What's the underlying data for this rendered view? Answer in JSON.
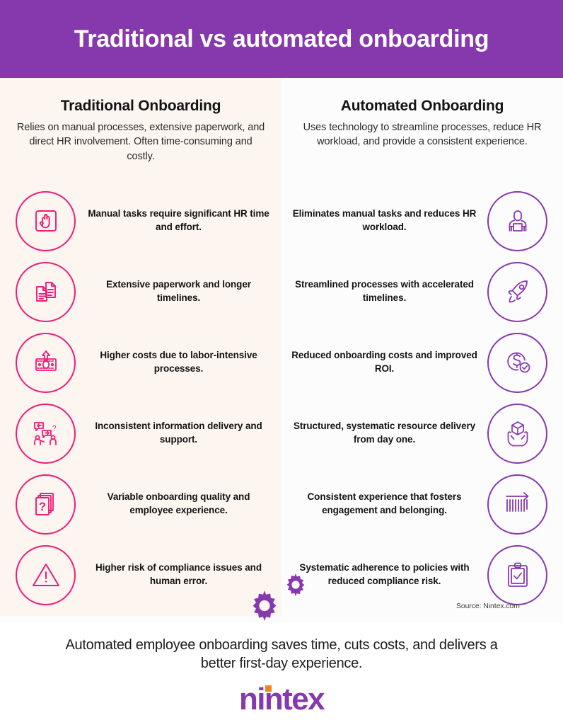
{
  "header": {
    "title": "Traditional vs automated onboarding",
    "background_color": "#8639ac",
    "text_color": "#ffffff"
  },
  "colors": {
    "purple": "#8639ac",
    "pink": "#ec1e79",
    "cream_panel": "#fdf5ef",
    "white": "#ffffff",
    "logo_accent": "#f58220"
  },
  "columns": [
    {
      "id": "traditional",
      "title": "Traditional Onboarding",
      "subtitle": "Relies on manual processes, extensive paperwork, and direct HR involvement. Often time-consuming and costly.",
      "accent_color": "#ec1e79",
      "items": [
        {
          "icon": "hand-stop-icon",
          "text": "Manual tasks require significant HR time and effort."
        },
        {
          "icon": "documents-paperwork-icon",
          "text": "Extensive paperwork and longer timelines."
        },
        {
          "icon": "money-rising-cost-icon",
          "text": "Higher costs due to labor-intensive processes."
        },
        {
          "icon": "inconsistent-communication-icon",
          "text": "Inconsistent information delivery and support."
        },
        {
          "icon": "question-documents-icon",
          "text": "Variable onboarding quality and employee experience."
        },
        {
          "icon": "warning-triangle-icon",
          "text": "Higher risk of compliance issues and human error."
        }
      ]
    },
    {
      "id": "automated",
      "title": "Automated Onboarding",
      "subtitle": "Uses technology to streamline processes, reduce HR workload, and provide a consistent experience.",
      "accent_color": "#8639ac",
      "items": [
        {
          "icon": "person-employee-icon",
          "text": "Eliminates manual tasks and reduces HR workload."
        },
        {
          "icon": "rocket-icon",
          "text": "Streamlined processes with accelerated timelines."
        },
        {
          "icon": "dollar-check-icon",
          "text": "Reduced onboarding costs and improved ROI."
        },
        {
          "icon": "hands-box-delivery-icon",
          "text": "Structured, systematic resource delivery from day one."
        },
        {
          "icon": "arrow-progress-bars-icon",
          "text": "Consistent experience that fosters engagement and belonging."
        },
        {
          "icon": "clipboard-check-icon",
          "text": "Systematic adherence to policies with reduced compliance risk."
        }
      ]
    }
  ],
  "decoration": {
    "gears_icon": "gears-icon"
  },
  "source": {
    "label": "Source: Nintex.com"
  },
  "footer": {
    "summary": "Automated employee onboarding saves time, cuts costs, and delivers a better first-day experience.",
    "logo_text": "nintex"
  }
}
